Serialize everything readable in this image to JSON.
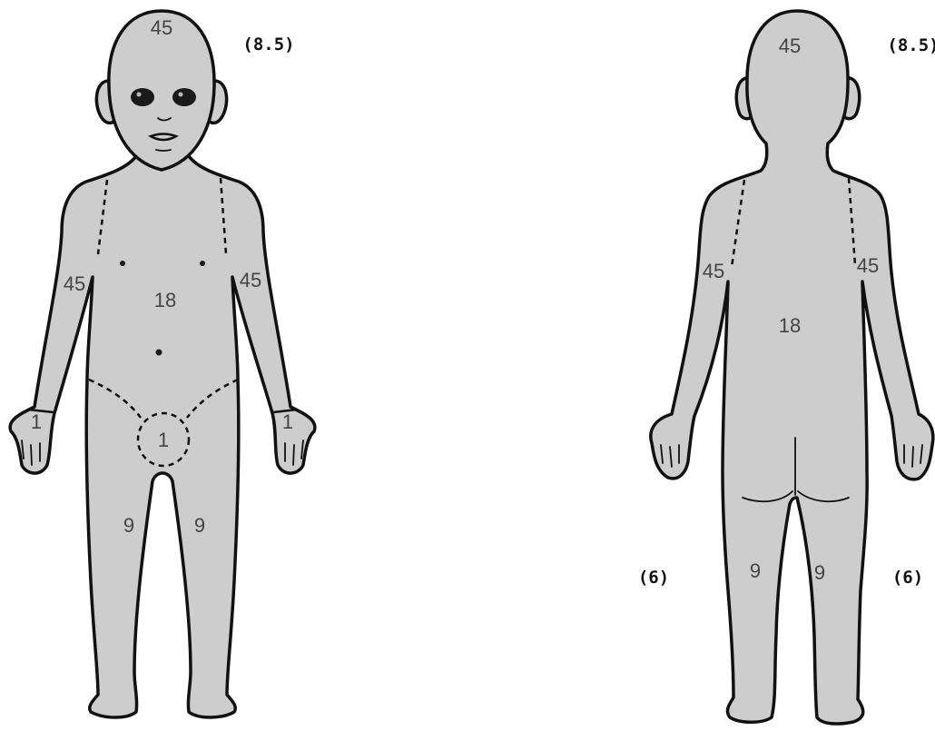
{
  "front": {
    "head": "45",
    "head_note": "(8.5)",
    "left_arm": "45",
    "right_arm": "45",
    "trunk": "18",
    "genitals": "1",
    "left_hand": "1",
    "right_hand": "1",
    "left_leg": "9",
    "right_leg": "9"
  },
  "back": {
    "head": "45",
    "head_note": "(8.5)",
    "left_arm": "45",
    "right_arm": "45",
    "trunk": "18",
    "left_leg": "9",
    "right_leg": "9",
    "left_leg_note": "(6)",
    "right_leg_note": "(6)"
  },
  "colors": {
    "body_fill": "#cdcdcd",
    "outline": "#111111",
    "label": "#444444"
  }
}
